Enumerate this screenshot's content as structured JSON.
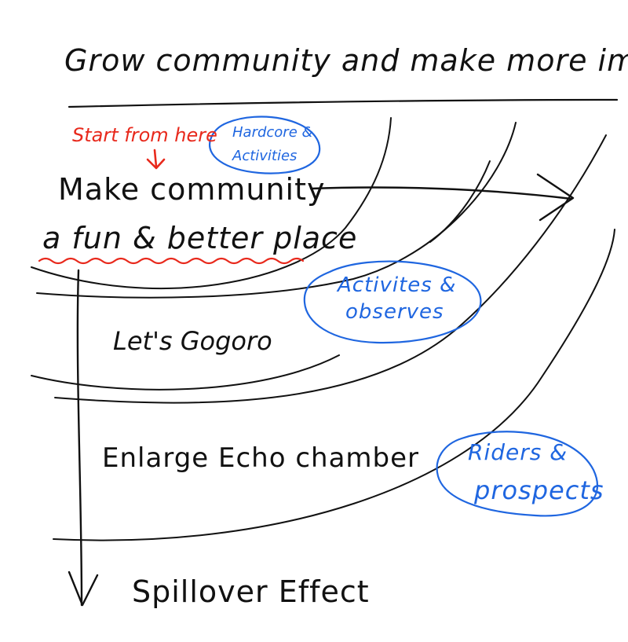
{
  "diagram": {
    "title": "Grow community and make more impact",
    "start_note": "Start from here",
    "levels": [
      {
        "line1": "Make community",
        "line2": "a fun & better place"
      },
      {
        "text": "Let's Gogoro"
      },
      {
        "text": "Enlarge Echo chamber"
      },
      {
        "text": "Spillover Effect"
      }
    ],
    "bubbles": [
      {
        "line1": "Hardcore &",
        "line2": "Activities"
      },
      {
        "line1": "Activites &",
        "line2": "observes"
      },
      {
        "line1": "Riders &",
        "line2": "prospects"
      }
    ],
    "colors": {
      "ink": "#111111",
      "highlight": "#e8291c",
      "bubble": "#1f66e0"
    }
  }
}
